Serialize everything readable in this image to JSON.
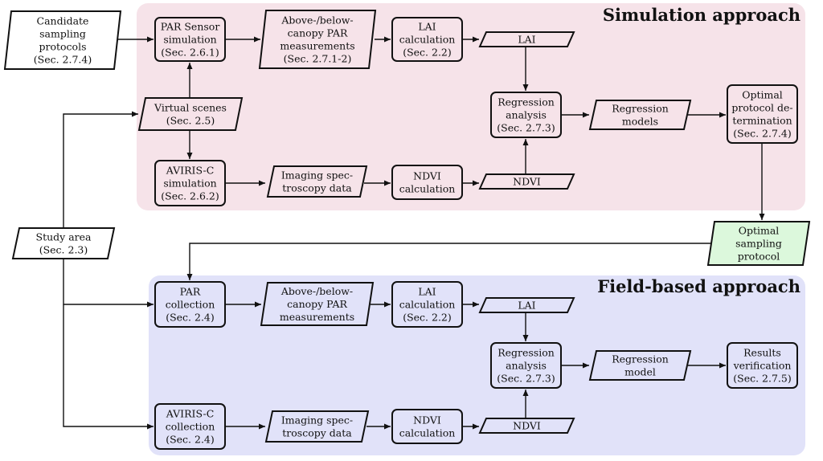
{
  "sections": {
    "simulation": {
      "title": "Simulation approach",
      "color": "#f6e3e9"
    },
    "field": {
      "title": "Field-based approach",
      "color": "#e1e2f9"
    }
  },
  "colors": {
    "output_fill": "#dcf8dc",
    "stroke": "#111111"
  },
  "nodes": {
    "candidate": {
      "lines": [
        "Candidate",
        "sampling",
        "protocols",
        "(Sec. 2.7.4)"
      ]
    },
    "study_area": {
      "lines": [
        "Study area",
        "(Sec. 2.3)"
      ]
    },
    "sim_par_sensor": {
      "lines": [
        "PAR Sensor",
        "simulation",
        "(Sec. 2.6.1)"
      ]
    },
    "sim_par_meas": {
      "lines": [
        "Above-/below-",
        "canopy PAR",
        "measurements",
        "(Sec. 2.7.1-2)"
      ]
    },
    "sim_lai_calc": {
      "lines": [
        "LAI",
        "calculation",
        "(Sec. 2.2)"
      ]
    },
    "sim_lai": {
      "lines": [
        "LAI"
      ]
    },
    "virtual_scenes": {
      "lines": [
        "Virtual scenes",
        "(Sec. 2.5)"
      ]
    },
    "sim_regression": {
      "lines": [
        "Regression",
        "analysis",
        "(Sec. 2.7.3)"
      ]
    },
    "regression_models": {
      "lines": [
        "Regression",
        "models"
      ]
    },
    "optimal_determination": {
      "lines": [
        "Optimal",
        "protocol de-",
        "termination",
        "(Sec. 2.7.4)"
      ]
    },
    "sim_aviris": {
      "lines": [
        "AVIRIS-C",
        "simulation",
        "(Sec. 2.6.2)"
      ]
    },
    "sim_imaging": {
      "lines": [
        "Imaging spec-",
        "troscopy data"
      ]
    },
    "sim_ndvi_calc": {
      "lines": [
        "NDVI",
        "calculation"
      ]
    },
    "sim_ndvi": {
      "lines": [
        "NDVI"
      ]
    },
    "optimal_protocol": {
      "lines": [
        "Optimal",
        "sampling",
        "protocol"
      ]
    },
    "field_par": {
      "lines": [
        "PAR",
        "collection",
        "(Sec. 2.4)"
      ]
    },
    "field_par_meas": {
      "lines": [
        "Above-/below-",
        "canopy PAR",
        "measurements"
      ]
    },
    "field_lai_calc": {
      "lines": [
        "LAI",
        "calculation",
        "(Sec. 2.2)"
      ]
    },
    "field_lai": {
      "lines": [
        "LAI"
      ]
    },
    "field_regression": {
      "lines": [
        "Regression",
        "analysis",
        "(Sec. 2.7.3)"
      ]
    },
    "regression_model": {
      "lines": [
        "Regression",
        "model"
      ]
    },
    "results": {
      "lines": [
        "Results",
        "verification",
        "(Sec. 2.7.5)"
      ]
    },
    "field_aviris": {
      "lines": [
        "AVIRIS-C",
        "collection",
        "(Sec. 2.4)"
      ]
    },
    "field_imaging": {
      "lines": [
        "Imaging spec-",
        "troscopy data"
      ]
    },
    "field_ndvi_calc": {
      "lines": [
        "NDVI",
        "calculation"
      ]
    },
    "field_ndvi": {
      "lines": [
        "NDVI"
      ]
    }
  }
}
